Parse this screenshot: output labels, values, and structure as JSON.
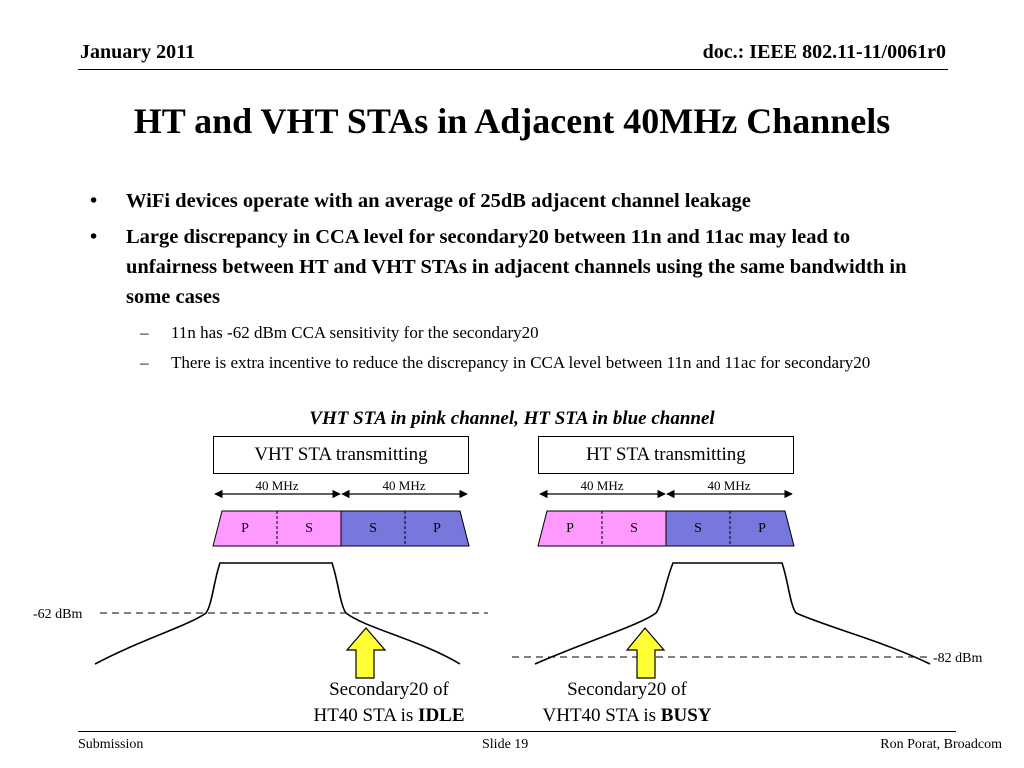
{
  "header": {
    "date": "January 2011",
    "doc_id": "doc.: IEEE 802.11-11/0061r0"
  },
  "title": "HT and VHT STAs in Adjacent 40MHz Channels",
  "bullets": [
    {
      "symbol": "•",
      "text": "WiFi devices operate with an average of 25dB adjacent channel leakage"
    },
    {
      "symbol": "•",
      "text": "Large discrepancy in CCA level for secondary20 between 11n and 11ac may lead to unfairness between HT and VHT STAs in adjacent channels using the same bandwidth in some cases"
    }
  ],
  "sub_bullets": [
    {
      "symbol": "–",
      "text": "11n has -62 dBm CCA sensitivity for the secondary20"
    },
    {
      "symbol": "–",
      "text": "There is extra incentive to reduce the discrepancy in CCA level between 11n and 11ac for secondary20"
    }
  ],
  "diagram": {
    "caption": "VHT STA in pink channel, HT STA in blue channel",
    "left": {
      "box_label": "VHT STA transmitting",
      "bw_labels": [
        "40 MHz",
        "40 MHz"
      ],
      "channels": [
        "P",
        "S",
        "S",
        "P"
      ],
      "threshold": "-62 dBm",
      "note_line1": "Secondary20 of",
      "note_line2_prefix": "HT40 STA is ",
      "note_state": "IDLE"
    },
    "right": {
      "box_label": "HT STA transmitting",
      "bw_labels": [
        "40 MHz",
        "40 MHz"
      ],
      "channels": [
        "P",
        "S",
        "S",
        "P"
      ],
      "threshold": "-82 dBm",
      "note_line1": "Secondary20 of",
      "note_line2_prefix": "VHT40 STA is ",
      "note_state": "BUSY"
    },
    "colors": {
      "pink_channel": "#ff99ff",
      "blue_channel": "#7777dd",
      "arrow_fill": "#ffff33"
    }
  },
  "footer": {
    "left": "Submission",
    "center": "Slide 19",
    "right": "Ron Porat, Broadcom"
  }
}
